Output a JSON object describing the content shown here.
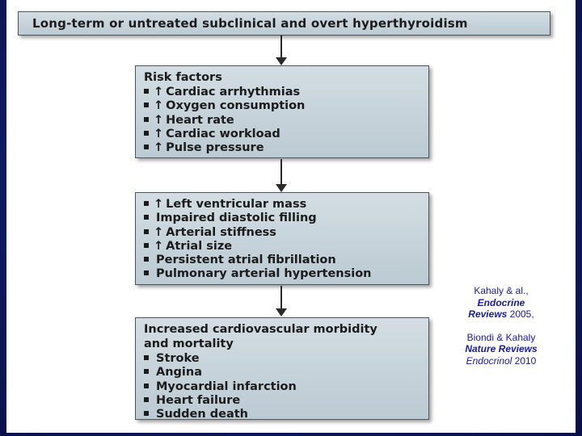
{
  "top_box": {
    "text": "Long-term or untreated subclinical and overt hyperthyroidism"
  },
  "box1": {
    "heading": "Risk factors",
    "items": [
      {
        "marker": "↑",
        "text": "Cardiac arrhythmias"
      },
      {
        "marker": "↑",
        "text": "Oxygen consumption"
      },
      {
        "marker": "↑",
        "text": "Heart rate"
      },
      {
        "marker": "↑",
        "text": "Cardiac workload"
      },
      {
        "marker": "↑",
        "text": "Pulse pressure"
      }
    ]
  },
  "box2": {
    "items": [
      {
        "marker": "↑",
        "text": "Left ventricular mass"
      },
      {
        "marker": "",
        "text": "Impaired diastolic filling"
      },
      {
        "marker": "↑",
        "text": "Arterial stiffness"
      },
      {
        "marker": "↑",
        "text": "Atrial size"
      },
      {
        "marker": "",
        "text": "Persistent atrial fibrillation"
      },
      {
        "marker": "",
        "text": "Pulmonary arterial hypertension"
      }
    ]
  },
  "box3": {
    "heading_line1": "Increased cardiovascular morbidity",
    "heading_line2": "and mortality",
    "items": [
      {
        "marker": "",
        "text": "Stroke"
      },
      {
        "marker": "",
        "text": "Angina"
      },
      {
        "marker": "",
        "text": "Myocardial infarction"
      },
      {
        "marker": "",
        "text": "Heart failure"
      },
      {
        "marker": "",
        "text": "Sudden death"
      }
    ]
  },
  "citation": {
    "ref1_authors": "Kahaly & al.,",
    "ref1_journal_line1": "Endocrine",
    "ref1_journal_line2": "Reviews",
    "ref1_year": " 2005,",
    "ref2_authors": "Biondi & Kahaly",
    "ref2_journal_line1": "Nature Reviews",
    "ref2_journal_line2": "Endocrinol",
    "ref2_year": " 2010"
  },
  "colors": {
    "background": "#0d1a5e",
    "box_fill": "#c8d4db",
    "citation_text": "#1a1aa6"
  }
}
